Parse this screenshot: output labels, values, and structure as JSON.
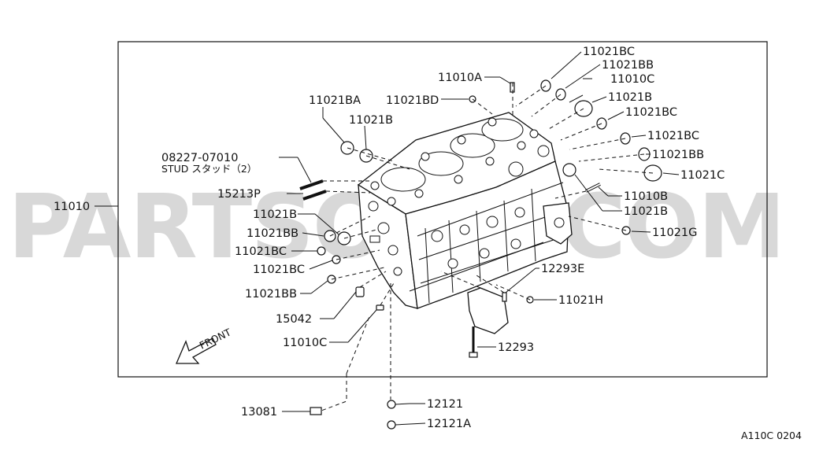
{
  "diagram_code": "A110C 0204",
  "watermark": "PARTSOUQ.COM",
  "front_label": "FRONT",
  "stud_desc": "STUD スタッド（2）",
  "labels": {
    "p11021BC_1": "11021BC",
    "p11021BB_1": "11021BB",
    "p11010C_1": "11010C",
    "p11021B_1": "11021B",
    "p11021BC_2": "11021BC",
    "p11021BC_3": "11021BC",
    "p11021BB_2": "11021BB",
    "p11021C": "11021C",
    "p11010B": "11010B",
    "p11021B_2": "11021B",
    "p11021G": "11021G",
    "p12293E": "12293E",
    "p11021H": "11021H",
    "p12293": "12293",
    "p12121": "12121",
    "p12121A": "12121A",
    "p13081": "13081",
    "p11010C_2": "11010C",
    "p15042": "15042",
    "p11021BB_3": "11021BB",
    "p11021BC_4": "11021BC",
    "p11021BC_5": "11021BC",
    "p11021BB_4": "11021BB",
    "p11021B_3": "11021B",
    "p15213P": "15213P",
    "p08227": "08227-07010",
    "p11021BA": "11021BA",
    "p11021B_4": "11021B",
    "p11021BD": "11021BD",
    "p11010A": "11010A",
    "p11010": "11010"
  }
}
